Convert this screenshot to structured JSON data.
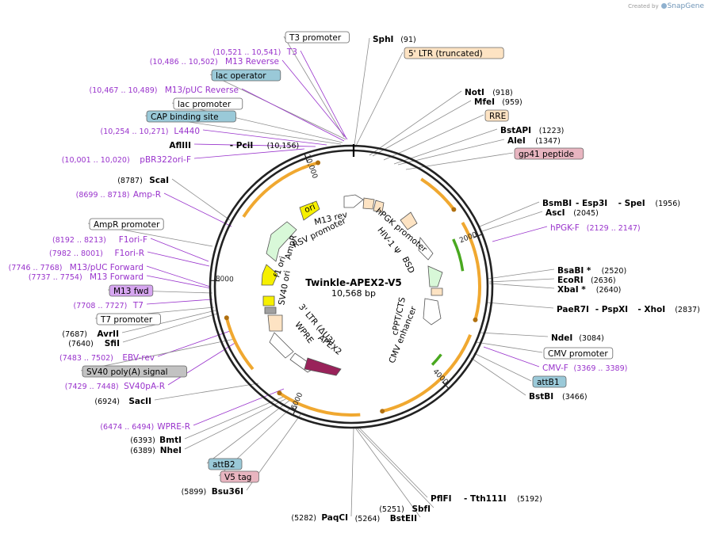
{
  "credit": {
    "created_by": "Created by",
    "brand": "SnapGene"
  },
  "plasmid": {
    "name": "Twinkle-APEX2-V5",
    "size": "10,568 bp"
  },
  "ticks": [
    "2000",
    "4000",
    "6000",
    "8000",
    "10,000"
  ],
  "colors": {
    "site": "#000000",
    "primer": "#9933cc",
    "leader": "#8c8c8c",
    "orange_arc": "#f0a830",
    "green_arc": "#49a81f"
  },
  "labels": [
    {
      "text": "T3 promoter",
      "kind": "box",
      "fill": "#ffffff"
    },
    {
      "text": "SphI",
      "kind": "site",
      "pos": "(91)"
    },
    {
      "text": "T3",
      "kind": "primer",
      "range": "(10,521 .. 10,541)"
    },
    {
      "text": "5' LTR (truncated)",
      "kind": "box",
      "fill": "#fde3c3"
    },
    {
      "text": "M13 Reverse",
      "kind": "primer",
      "range": "(10,486 .. 10,502)"
    },
    {
      "text": "lac operator",
      "kind": "box",
      "fill": "#9ac9d8"
    },
    {
      "text": "M13/pUC Reverse",
      "kind": "primer",
      "range": "(10,467 .. 10,489)"
    },
    {
      "text": "NotI",
      "kind": "site",
      "pos": "(918)"
    },
    {
      "text": "lac promoter",
      "kind": "box",
      "fill": "#ffffff"
    },
    {
      "text": "MfeI",
      "kind": "site",
      "pos": "(959)"
    },
    {
      "text": "CAP binding site",
      "kind": "box",
      "fill": "#9ac9d8"
    },
    {
      "text": "RRE",
      "kind": "box",
      "fill": "#fde3c3"
    },
    {
      "text": "BstAPI",
      "kind": "site",
      "pos": "(1223)"
    },
    {
      "text": "L4440",
      "kind": "primer",
      "range": "(10,254 .. 10,271)"
    },
    {
      "text": "AleI",
      "kind": "site",
      "pos": "(1347)"
    },
    {
      "text": "AflIII",
      "kind": "site",
      "pos": "(10,156)",
      "suffix": "PciI"
    },
    {
      "text": "gp41 peptide",
      "kind": "box",
      "fill": "#e8b5c0"
    },
    {
      "text": "pBR322ori-F",
      "kind": "primer",
      "range": "(10,001 .. 10,020)"
    },
    {
      "text": "ScaI",
      "kind": "site",
      "pos": "(8787)"
    },
    {
      "text": "Amp-R",
      "kind": "primer",
      "range": "(8699 .. 8718)"
    },
    {
      "text": "BsmBI",
      "kind": "site",
      "pos": "(1956)",
      "suffix": "Esp3I",
      "suffix2": "SpeI"
    },
    {
      "text": "AscI",
      "kind": "site",
      "pos": "(2045)"
    },
    {
      "text": "AmpR promoter",
      "kind": "box",
      "fill": "#ffffff"
    },
    {
      "text": "hPGK-F",
      "kind": "primer",
      "range": "(2129 .. 2147)"
    },
    {
      "text": "F1ori-F",
      "kind": "primer",
      "range": "(8192 .. 8213)"
    },
    {
      "text": "F1ori-R",
      "kind": "primer",
      "range": "(7982 .. 8001)"
    },
    {
      "text": "BsaBI *",
      "kind": "site",
      "pos": "(2520)"
    },
    {
      "text": "M13/pUC Forward",
      "kind": "primer",
      "range": "(7746 .. 7768)"
    },
    {
      "text": "EcoRI",
      "kind": "site",
      "pos": "(2636)"
    },
    {
      "text": "M13 Forward",
      "kind": "primer",
      "range": "(7737 .. 7754)"
    },
    {
      "text": "XbaI *",
      "kind": "site",
      "pos": "(2640)"
    },
    {
      "text": "M13 fwd",
      "kind": "box",
      "fill": "#d6a6f0"
    },
    {
      "text": "T7",
      "kind": "primer",
      "range": "(7708 .. 7727)"
    },
    {
      "text": "PaeR7I",
      "kind": "site",
      "pos": "(2837)",
      "suffix": "PspXI",
      "suffix2": "XhoI"
    },
    {
      "text": "T7 promoter",
      "kind": "box",
      "fill": "#ffffff"
    },
    {
      "text": "AvrII",
      "kind": "site",
      "pos": "(7687)"
    },
    {
      "text": "SfiI",
      "kind": "site",
      "pos": "(7640)"
    },
    {
      "text": "NdeI",
      "kind": "site",
      "pos": "(3084)"
    },
    {
      "text": "CMV promoter",
      "kind": "box",
      "fill": "#ffffff"
    },
    {
      "text": "EBV-rev",
      "kind": "primer",
      "range": "(7483 .. 7502)"
    },
    {
      "text": "CMV-F",
      "kind": "primer",
      "range": "(3369 .. 3389)"
    },
    {
      "text": "SV40 poly(A) signal",
      "kind": "box",
      "fill": "#c2c2c2"
    },
    {
      "text": "attB1",
      "kind": "box",
      "fill": "#9ac9d8"
    },
    {
      "text": "SV40pA-R",
      "kind": "primer",
      "range": "(7429 .. 7448)"
    },
    {
      "text": "BstBI",
      "kind": "site",
      "pos": "(3466)"
    },
    {
      "text": "SacII",
      "kind": "site",
      "pos": "(6924)"
    },
    {
      "text": "WPRE-R",
      "kind": "primer",
      "range": "(6474 .. 6494)"
    },
    {
      "text": "BmtI",
      "kind": "site",
      "pos": "(6393)"
    },
    {
      "text": "NheI",
      "kind": "site",
      "pos": "(6389)"
    },
    {
      "text": "attB2",
      "kind": "box",
      "fill": "#9ac9d8"
    },
    {
      "text": "V5 tag",
      "kind": "box",
      "fill": "#e8b5c0"
    },
    {
      "text": "Bsu36I",
      "kind": "site",
      "pos": "(5899)"
    },
    {
      "text": "PflFI",
      "kind": "site",
      "pos": "(5192)",
      "suffix": "Tth111I"
    },
    {
      "text": "SbfI",
      "kind": "site",
      "pos": "(5251)"
    },
    {
      "text": "PaqCI",
      "kind": "site",
      "pos": "(5282)"
    },
    {
      "text": "BstEII",
      "kind": "site",
      "pos": "(5264)"
    }
  ],
  "features": [
    "ori",
    "M13 rev",
    "RSV promoter",
    "AmpR",
    "f1 ori",
    "SV40 ori",
    "hPGK promoter",
    "HIV-1 Ψ",
    "BSD",
    "cPPT/CTS",
    "CMV enhancer",
    "3' LTR (ΔU3)",
    "WPRE",
    "APEX2"
  ]
}
